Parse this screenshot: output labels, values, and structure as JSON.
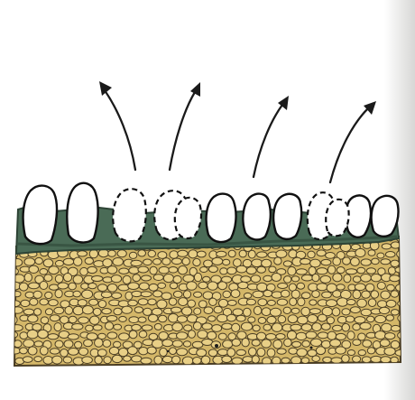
{
  "figure": {
    "type": "illustration",
    "colors": {
      "paper": "#ffffff",
      "page_edge": "#dcdcda",
      "leaf_green": "#4a6b56",
      "leaf_green_dark": "#35503f",
      "tissue_fill": "#d4b768",
      "tissue_cell": "#e8cf86",
      "tissue_outline": "#4a3d23",
      "outline": "#111111"
    },
    "bodies_solid_count": 7,
    "bodies_dashed_count": 5,
    "arrows_count": 4,
    "icons": [
      "upward-arrow",
      "solid-outline-body",
      "dashed-outline-body"
    ]
  }
}
